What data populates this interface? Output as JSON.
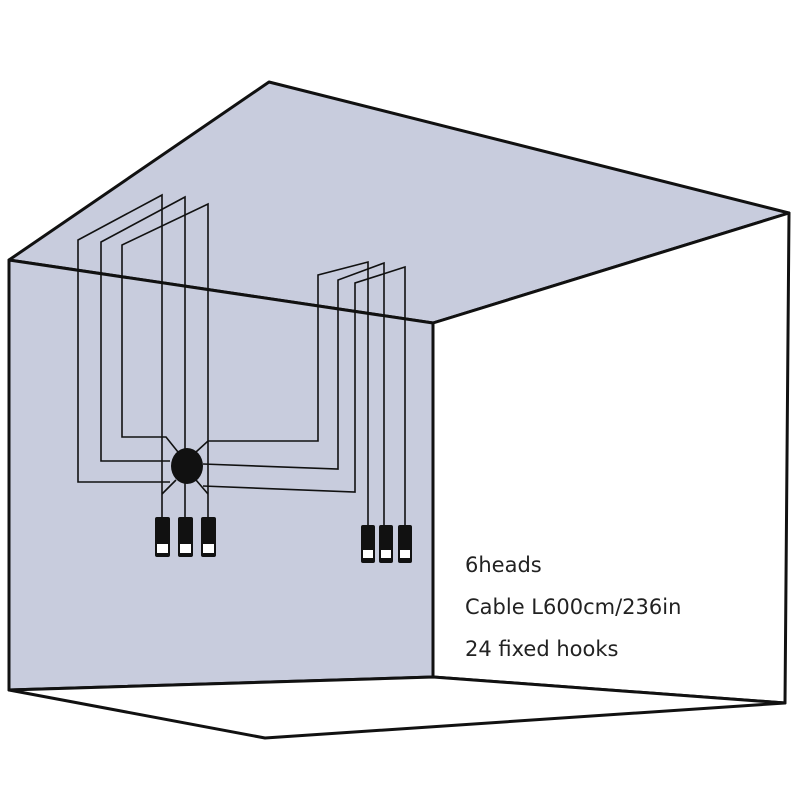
{
  "colors": {
    "wall": "#c8ccdd",
    "line": "#111111",
    "background": "#ffffff",
    "text": "#222222"
  },
  "specs": {
    "heads": "6heads",
    "cable": "Cable L600cm/236in",
    "hooks": "24 fixed hooks"
  },
  "fixture": {
    "head_count": 6,
    "hook_count": 24
  }
}
